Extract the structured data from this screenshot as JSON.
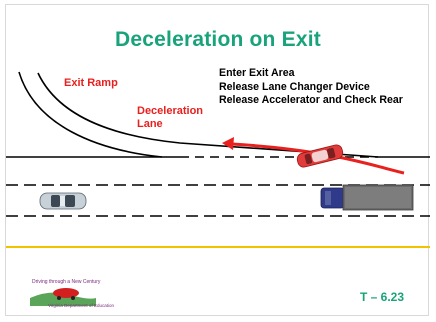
{
  "title": "Deceleration on Exit",
  "labels": {
    "exit_ramp": "Exit Ramp",
    "deceleration_lane": "Deceleration Lane"
  },
  "instructions": [
    "Enter Exit Area",
    "Release Lane Changer Device",
    "Release Accelerator and Check Rear"
  ],
  "logo": {
    "text": "Driving through a New Century",
    "footer": "Virginia Department of Education",
    "icon": "red-car-logo-icon"
  },
  "slide_number": "T – 6.23",
  "colors": {
    "title": "#19a37a",
    "red_label": "#e8201e",
    "arrow": "#e8201e",
    "edge_line": "#f2c200",
    "lane_lines": "#000000"
  }
}
